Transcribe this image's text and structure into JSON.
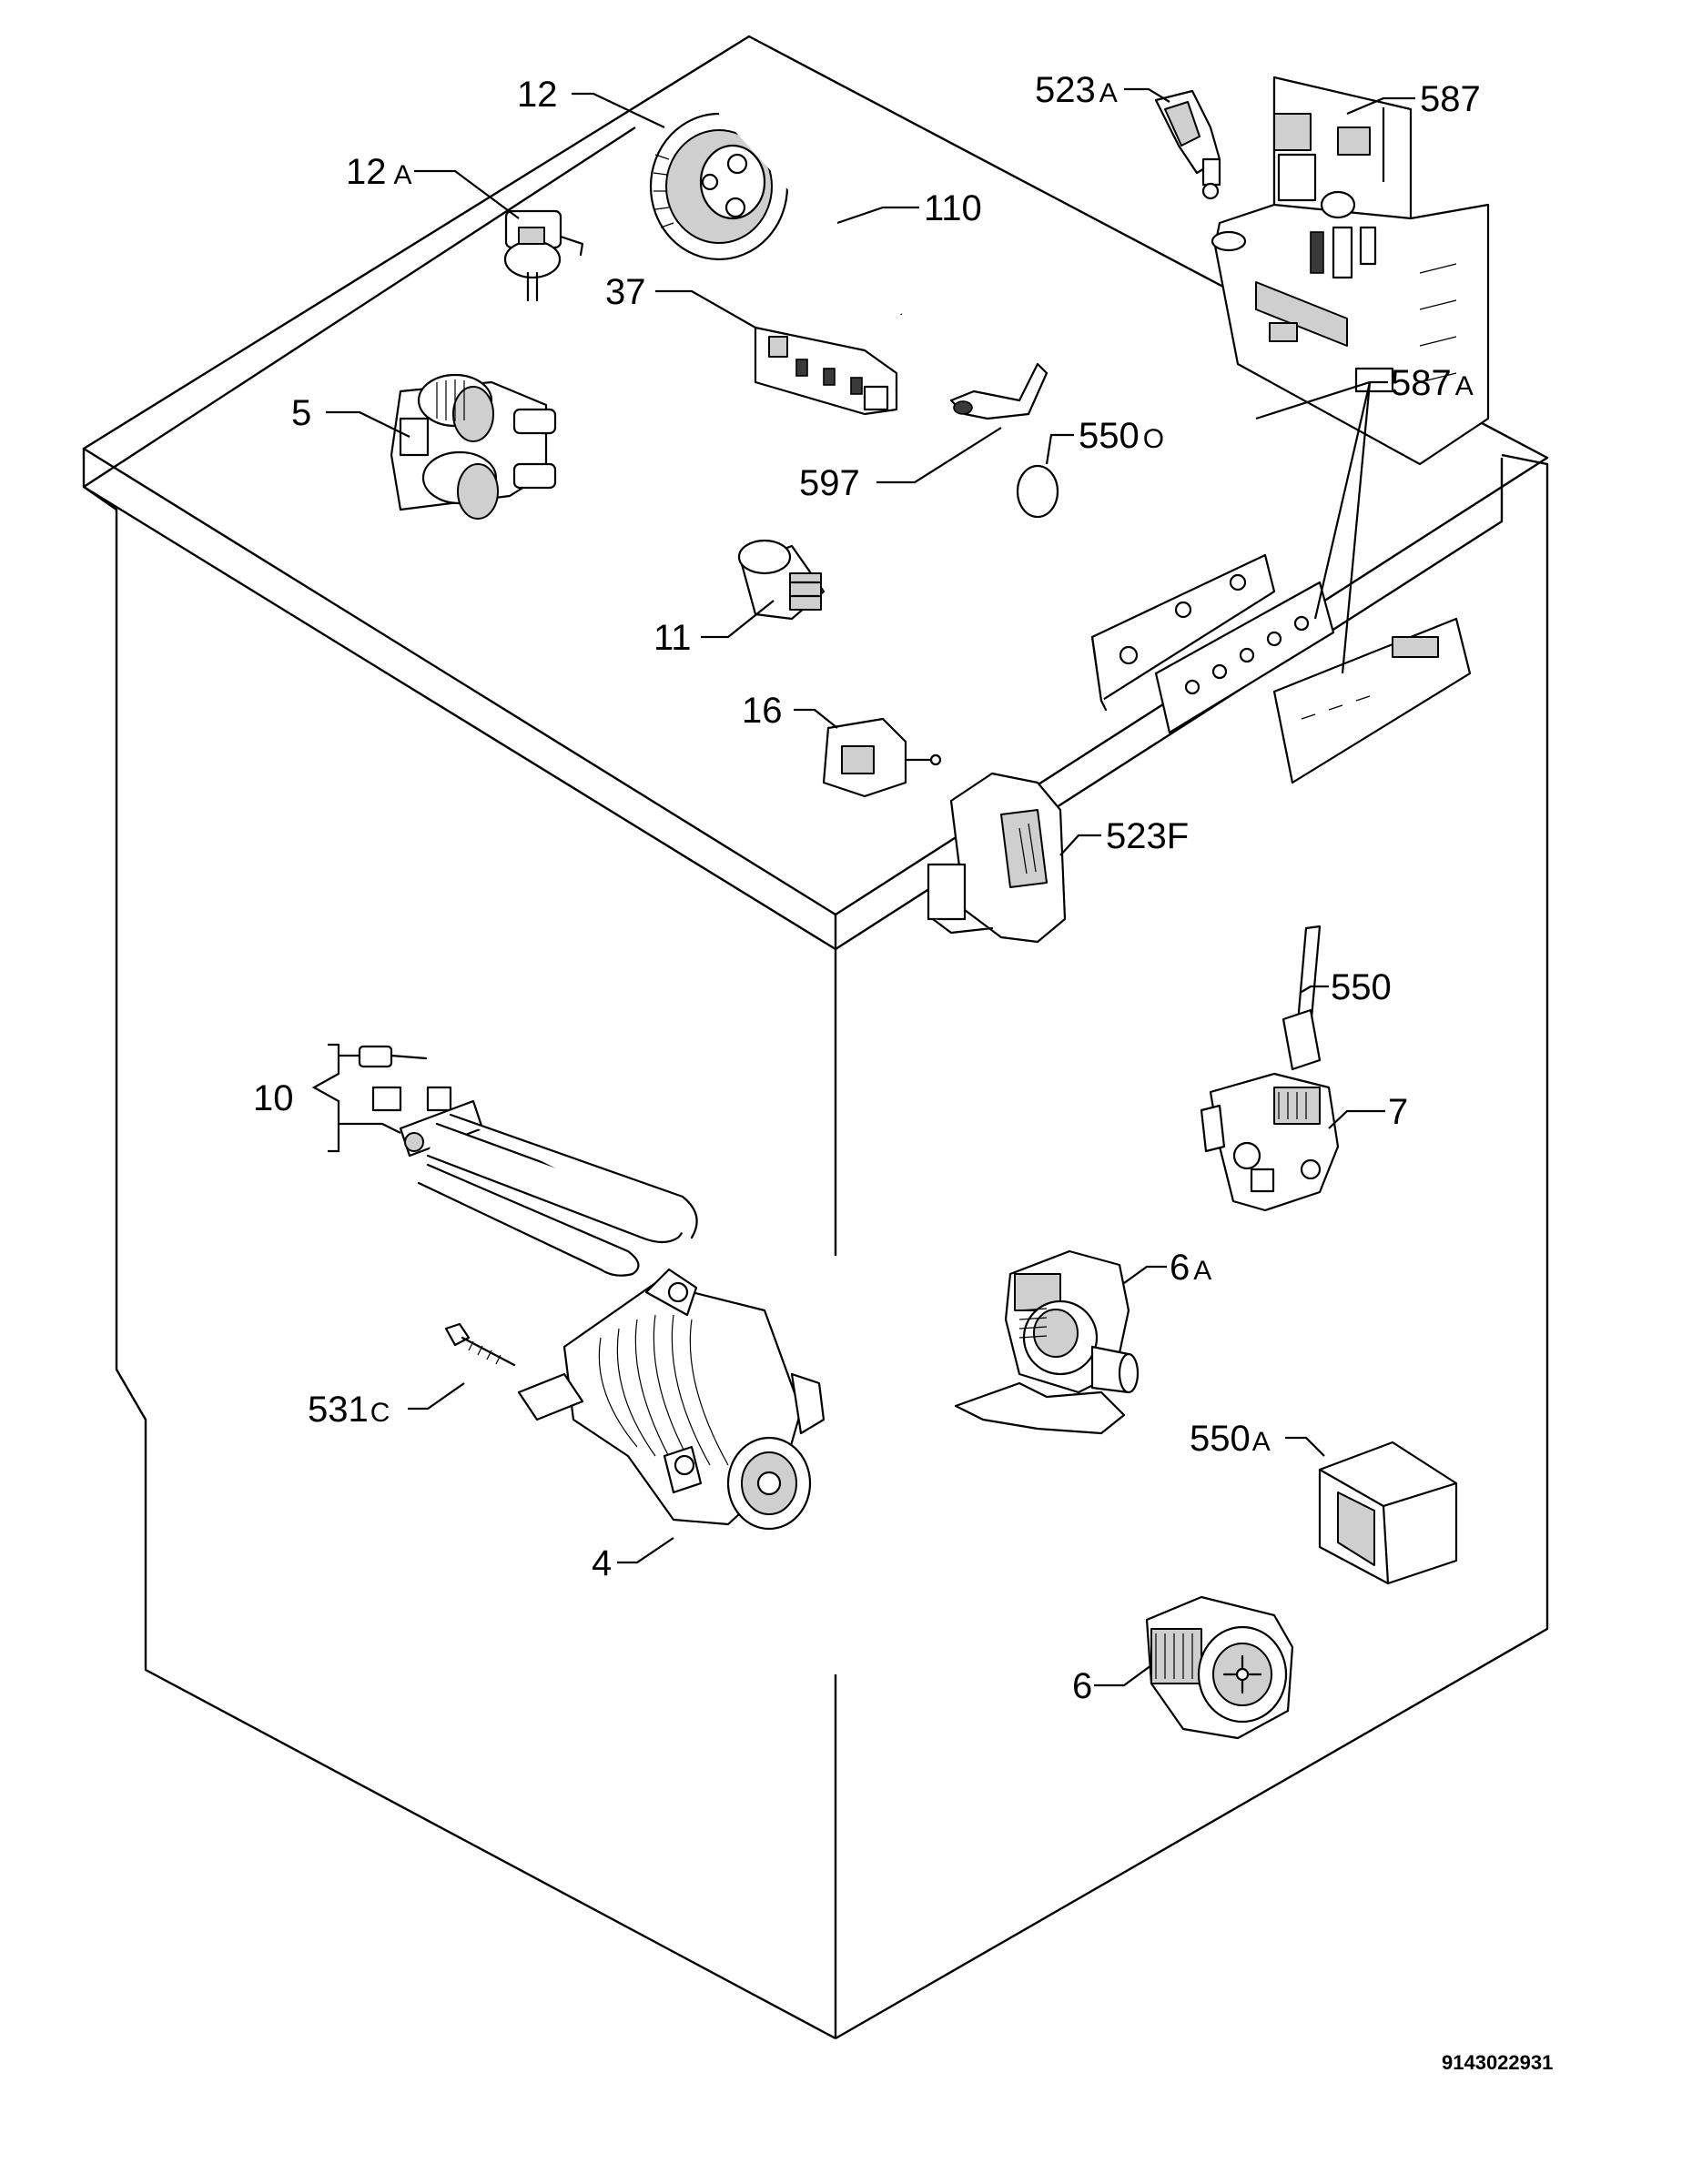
{
  "document_code": "9143022931",
  "callouts": {
    "c12": {
      "num": "12",
      "suffix": ""
    },
    "c12a": {
      "num": "12",
      "suffix": "A"
    },
    "c110": {
      "num": "110",
      "suffix": ""
    },
    "c37": {
      "num": "37",
      "suffix": ""
    },
    "c5": {
      "num": "5",
      "suffix": ""
    },
    "c597": {
      "num": "597",
      "suffix": ""
    },
    "c550o": {
      "num": "550",
      "suffix": "O"
    },
    "c523a": {
      "num": "523",
      "suffix": "A"
    },
    "c587": {
      "num": "587",
      "suffix": ""
    },
    "c587a": {
      "num": "587",
      "suffix": "A"
    },
    "c11": {
      "num": "11",
      "suffix": ""
    },
    "c16": {
      "num": "16",
      "suffix": ""
    },
    "c523f": {
      "num": "523F",
      "suffix": ""
    },
    "c550": {
      "num": "550",
      "suffix": ""
    },
    "c10": {
      "num": "10",
      "suffix": ""
    },
    "c7": {
      "num": "7",
      "suffix": ""
    },
    "c6a": {
      "num": "6",
      "suffix": "A"
    },
    "c531c": {
      "num": "531",
      "suffix": "C"
    },
    "c550a": {
      "num": "550",
      "suffix": "A"
    },
    "c4": {
      "num": "4",
      "suffix": ""
    },
    "c6": {
      "num": "6",
      "suffix": ""
    }
  }
}
